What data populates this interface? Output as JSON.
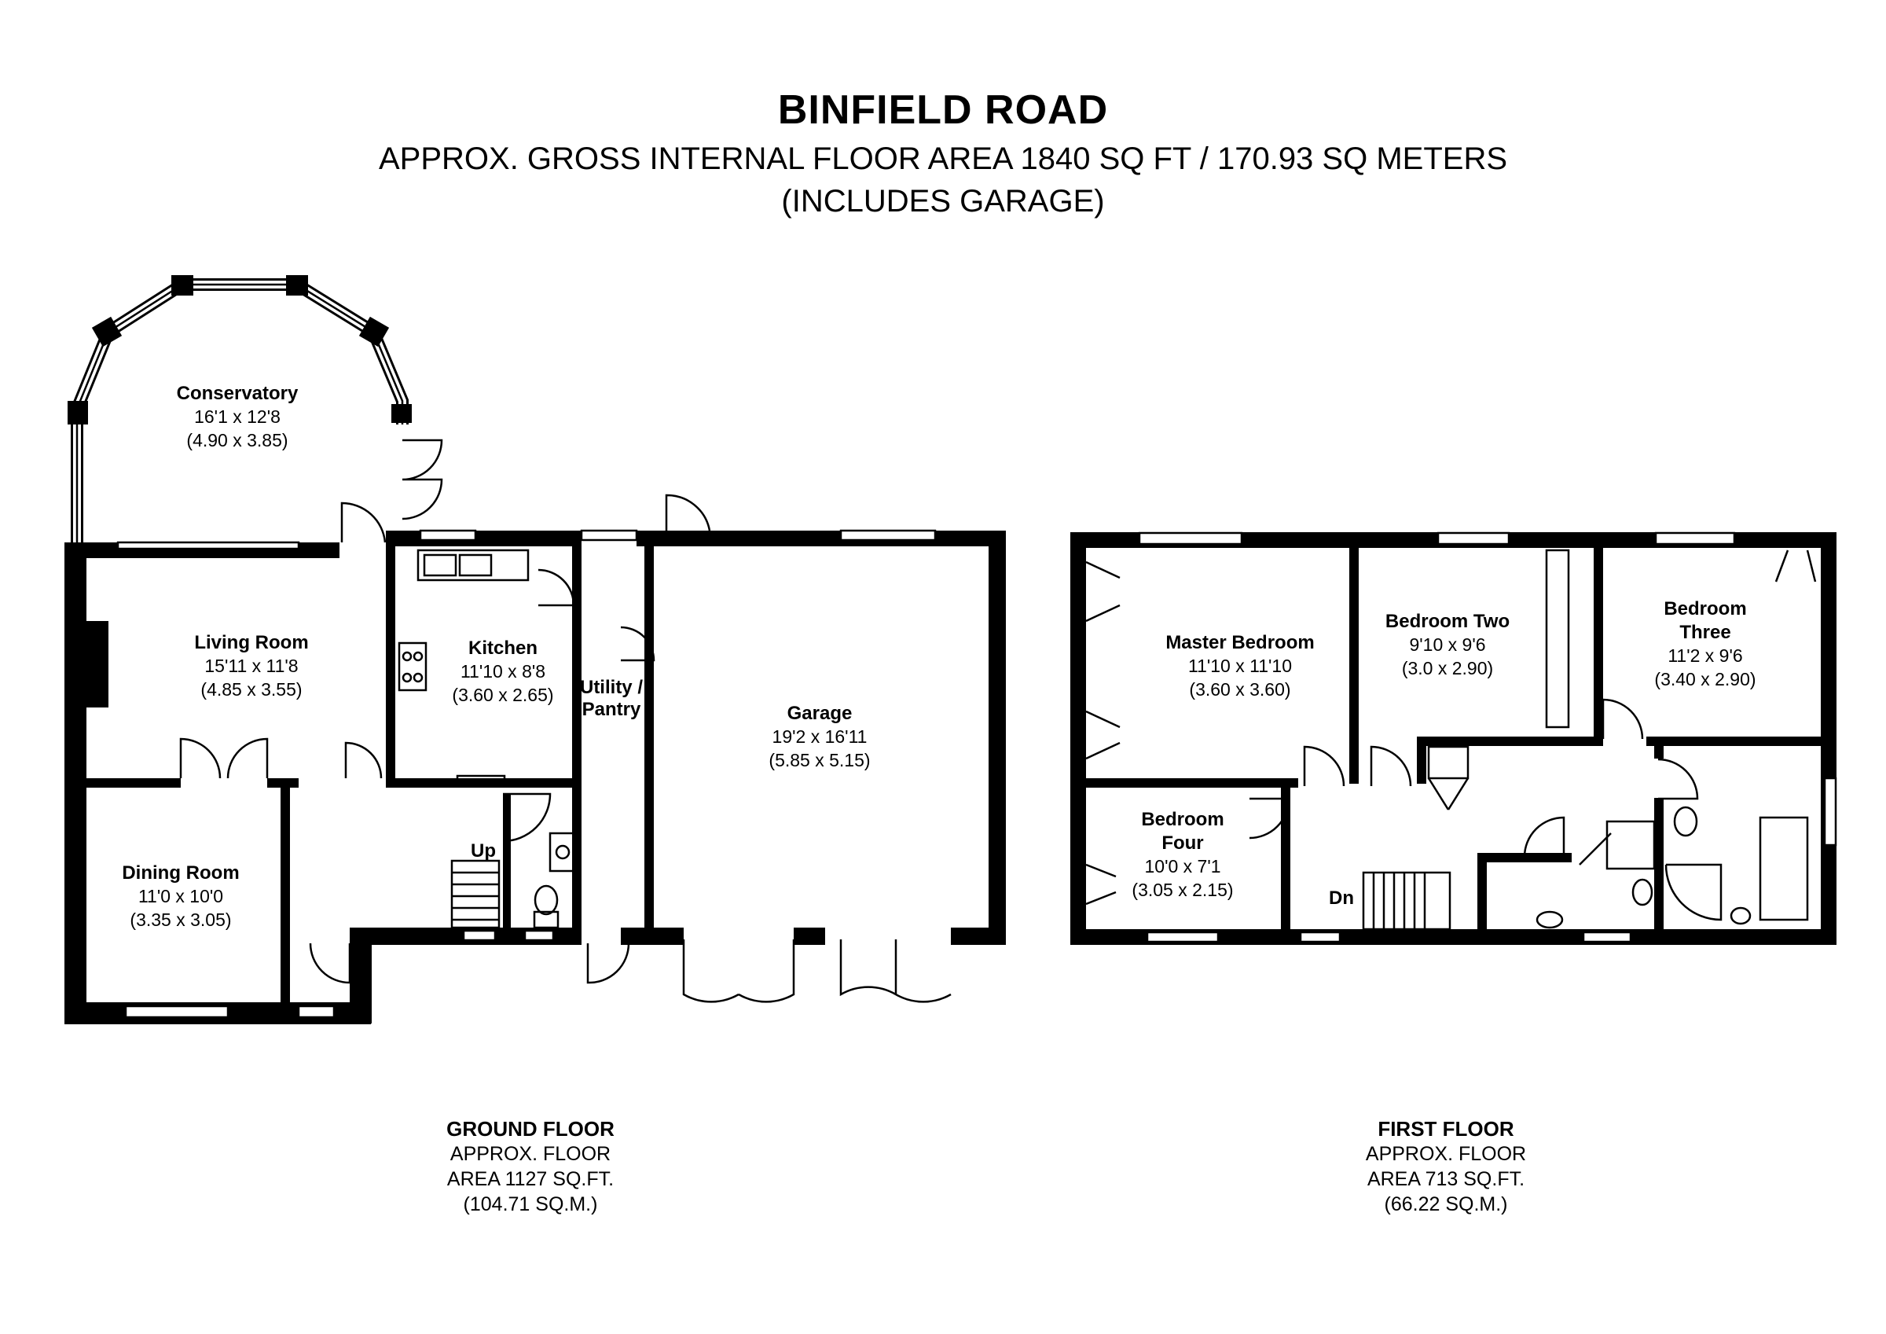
{
  "header": {
    "title": "BINFIELD ROAD",
    "subtitle": "APPROX. GROSS INTERNAL FLOOR AREA 1840 SQ FT / 170.93 SQ METERS",
    "note": "(INCLUDES GARAGE)"
  },
  "ground_floor": {
    "label": "GROUND FLOOR",
    "area_line1": "APPROX. FLOOR",
    "area_line2": "AREA 1127 SQ.FT.",
    "area_line3": "(104.71 SQ.M.)",
    "stairs_label": "Up",
    "rooms": {
      "conservatory": {
        "name": "Conservatory",
        "imperial": "16'1 x 12'8",
        "metric": "(4.90 x 3.85)"
      },
      "living_room": {
        "name": "Living Room",
        "imperial": "15'11 x 11'8",
        "metric": "(4.85 x 3.55)"
      },
      "kitchen": {
        "name": "Kitchen",
        "imperial": "11'10 x 8'8",
        "metric": "(3.60 x 2.65)"
      },
      "utility": {
        "name_line1": "Utility /",
        "name_line2": "Pantry"
      },
      "garage": {
        "name": "Garage",
        "imperial": "19'2 x 16'11",
        "metric": "(5.85 x 5.15)"
      },
      "dining_room": {
        "name": "Dining Room",
        "imperial": "11'0 x 10'0",
        "metric": "(3.35 x 3.05)"
      }
    }
  },
  "first_floor": {
    "label": "FIRST FLOOR",
    "area_line1": "APPROX. FLOOR",
    "area_line2": "AREA 713 SQ.FT.",
    "area_line3": "(66.22 SQ.M.)",
    "stairs_label": "Dn",
    "rooms": {
      "master_bedroom": {
        "name": "Master Bedroom",
        "imperial": "11'10 x 11'10",
        "metric": "(3.60 x 3.60)"
      },
      "bedroom_two": {
        "name": "Bedroom Two",
        "imperial": "9'10 x 9'6",
        "metric": "(3.0 x 2.90)"
      },
      "bedroom_three": {
        "name_line1": "Bedroom",
        "name_line2": "Three",
        "imperial": "11'2 x 9'6",
        "metric": "(3.40 x 2.90)"
      },
      "bedroom_four": {
        "name_line1": "Bedroom",
        "name_line2": "Four",
        "imperial": "10'0 x 7'1",
        "metric": "(3.05 x 2.15)"
      }
    }
  }
}
